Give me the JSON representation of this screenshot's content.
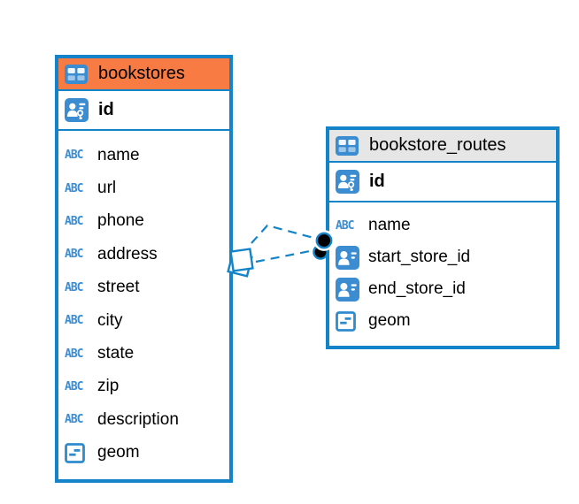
{
  "app": {
    "view": "er-diagram"
  },
  "colors": {
    "table_border": "#1284C7",
    "icon_blue": "#3B8CD1",
    "bookstores_header": "#F87B43",
    "routes_header": "#E6E6E6",
    "relation_line": "#1284C7",
    "text": "#000000"
  },
  "icon_glyphs": {
    "text_type": "ABC"
  },
  "tables": [
    {
      "title": "bookstores",
      "columns": [
        {
          "label": "id",
          "type": "primary-key"
        },
        {
          "label": "name",
          "type": "text"
        },
        {
          "label": "url",
          "type": "text"
        },
        {
          "label": "phone",
          "type": "text"
        },
        {
          "label": "address",
          "type": "text"
        },
        {
          "label": "street",
          "type": "text"
        },
        {
          "label": "city",
          "type": "text"
        },
        {
          "label": "state",
          "type": "text"
        },
        {
          "label": "zip",
          "type": "text"
        },
        {
          "label": "description",
          "type": "text"
        },
        {
          "label": "geom",
          "type": "geometry"
        }
      ]
    },
    {
      "title": "bookstore_routes",
      "columns": [
        {
          "label": "id",
          "type": "primary-key"
        },
        {
          "label": "name",
          "type": "text"
        },
        {
          "label": "start_store_id",
          "type": "reference"
        },
        {
          "label": "end_store_id",
          "type": "reference"
        },
        {
          "label": "geom",
          "type": "geometry"
        }
      ]
    }
  ],
  "relations": [
    {
      "from": "bookstores",
      "to": "bookstore_routes",
      "via": "start_store_id",
      "style": "dashed"
    },
    {
      "from": "bookstores",
      "to": "bookstore_routes",
      "via": "end_store_id",
      "style": "dashed"
    }
  ]
}
